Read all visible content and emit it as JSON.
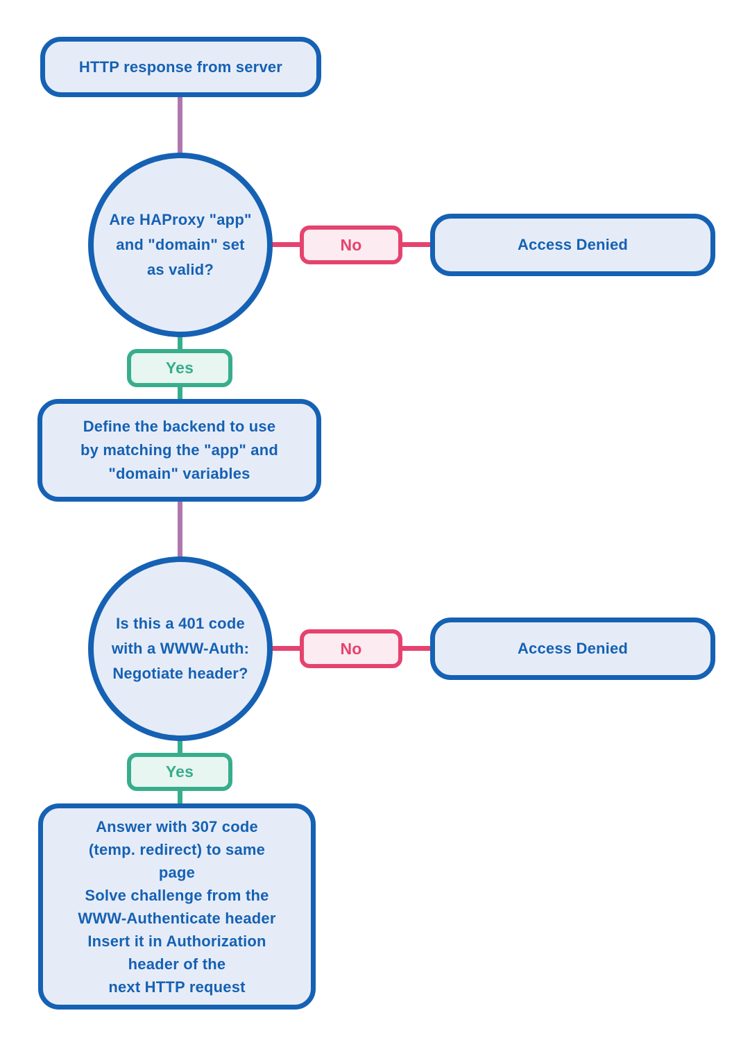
{
  "colors": {
    "blue_border": "#1561b4",
    "blue_fill": "#e6ecf7",
    "blue_text": "#1561b4",
    "pink": "#e5436f",
    "pink_fill": "#fcebf1",
    "green": "#38ad8c",
    "green_fill": "#e7f6f0",
    "purple": "#b077ae",
    "page_bg": "#ffffff"
  },
  "flowchart": {
    "nodes": {
      "start": {
        "label": "HTTP response from server"
      },
      "decision1": {
        "label": "Are HAProxy \"app\"\nand \"domain\" set\nas valid?"
      },
      "no1": {
        "label": "No"
      },
      "denied1": {
        "label": "Access Denied"
      },
      "yes1": {
        "label": "Yes"
      },
      "process1": {
        "label": "Define the backend to use\nby matching the \"app\" and\n\"domain\" variables"
      },
      "decision2": {
        "label": "Is this a 401 code\nwith a WWW-Auth:\nNegotiate header?"
      },
      "no2": {
        "label": "No"
      },
      "denied2": {
        "label": "Access Denied"
      },
      "yes2": {
        "label": "Yes"
      },
      "process2": {
        "label": "Answer with 307 code\n(temp. redirect) to same\npage\nSolve challenge from the\nWWW-Authenticate header\nInsert it in Authorization\nheader of the\nnext HTTP request"
      }
    }
  }
}
